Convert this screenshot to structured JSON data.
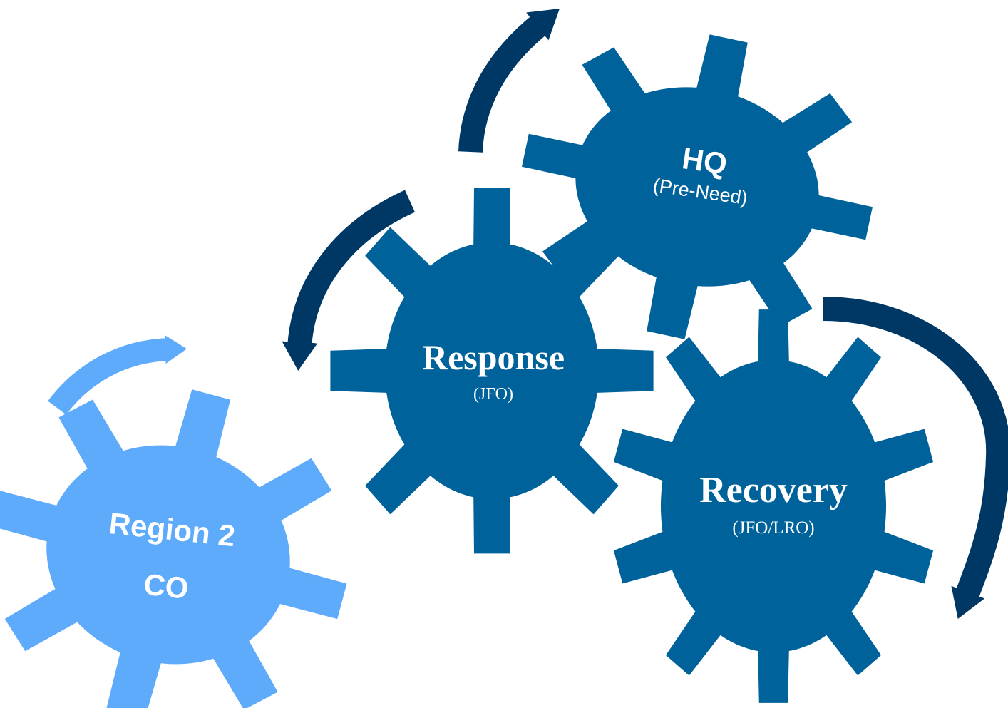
{
  "colors": {
    "gear_dark": "#00629b",
    "gear_light": "#5eaafb",
    "arrow_dark": "#003865",
    "arrow_light": "#5eaafb",
    "text": "#ffffff"
  },
  "gears": {
    "hq": {
      "title": "HQ",
      "subtitle": "(Pre-Need)"
    },
    "response": {
      "title": "Response",
      "subtitle": "(JFO)"
    },
    "recovery": {
      "title": "Recovery",
      "subtitle": "(JFO/LRO)"
    },
    "region": {
      "title_line1": "Region 2",
      "title_line2": "CO"
    }
  }
}
